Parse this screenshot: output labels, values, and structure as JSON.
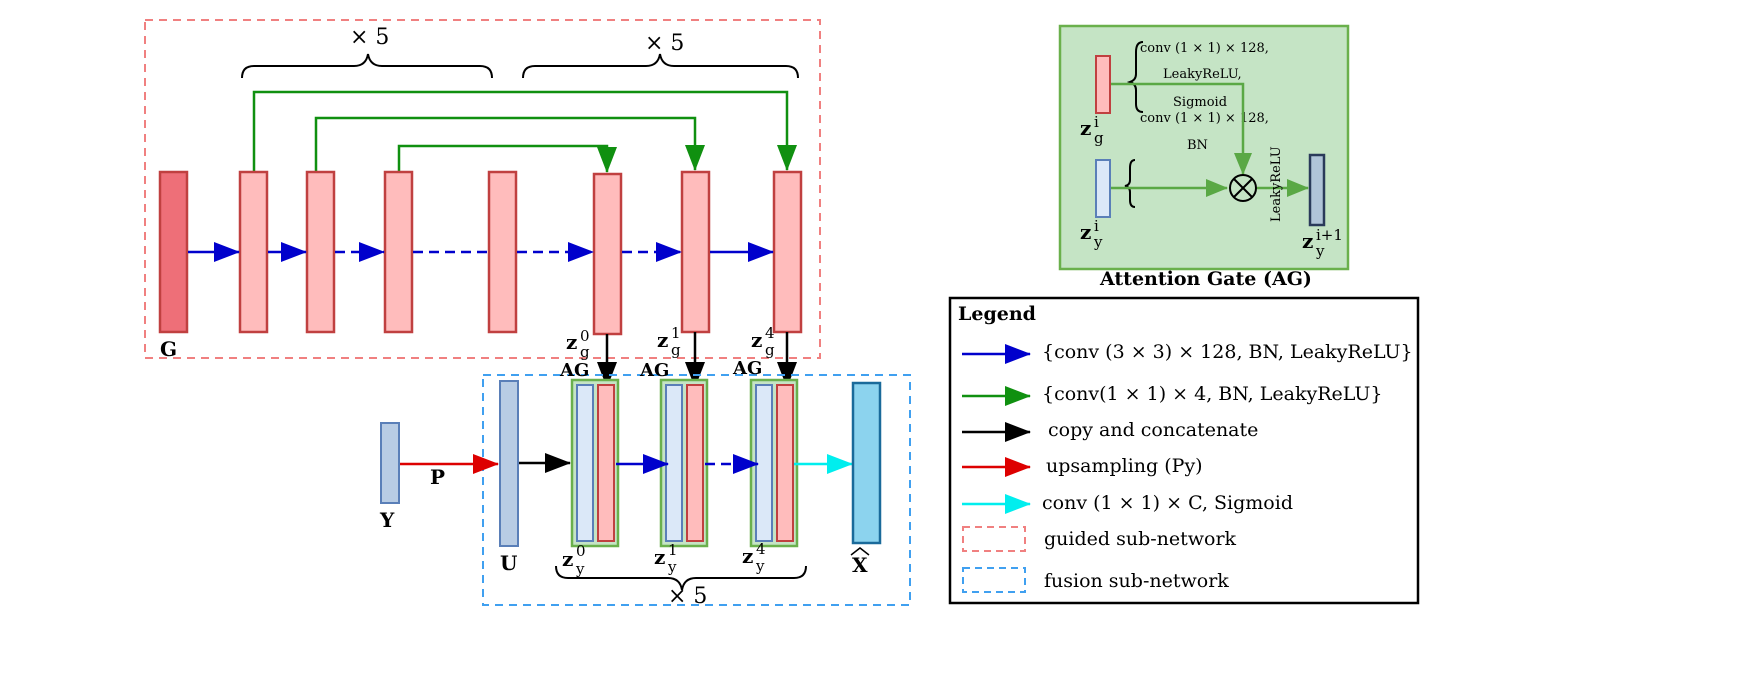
{
  "multipliers": {
    "top_left": "× 5",
    "top_right": "× 5",
    "bottom": "× 5"
  },
  "labels": {
    "G": "G",
    "P": "P",
    "Y": "Y",
    "U": "U",
    "X_hat": "X",
    "zg": [
      "z",
      "g",
      "0",
      "1",
      "4"
    ],
    "zy": [
      "z",
      "y",
      "0",
      "1",
      "4"
    ],
    "AG": "AG"
  },
  "attention_gate": {
    "title": "Attention Gate (AG)",
    "gate_branch_ops": [
      "conv (1 × 1) × 128,",
      "LeakyReLU,",
      "Sigmoid",
      "conv (1 × 1) × 128,",
      "BN"
    ],
    "activation": "LeakyReLU",
    "zg_base": "z",
    "zg_sub": "g",
    "zg_sup": "i",
    "zy_base": "z",
    "zy_sub": "y",
    "zy_sup": "i",
    "out_base": "z",
    "out_sub": "y",
    "out_sup": "i+1"
  },
  "legend": {
    "title": "Legend",
    "items": [
      {
        "text": "{conv (3 × 3) × 128, BN, LeakyReLU}",
        "color": "#0000cc",
        "kind": "arrow"
      },
      {
        "text": "{conv(1 × 1) × 4,  BN, LeakyReLU}",
        "color": "#109010",
        "kind": "arrow"
      },
      {
        "text": "copy and concatenate",
        "color": "#000000",
        "kind": "arrow"
      },
      {
        "text": "upsampling (Py)",
        "color": "#dd0000",
        "kind": "arrow"
      },
      {
        "text": "conv (1 × 1) × C, Sigmoid",
        "color": "#00eeee",
        "kind": "arrow"
      },
      {
        "text": "guided sub-network",
        "color": "#f08080",
        "kind": "dashbox"
      },
      {
        "text": "fusion sub-network",
        "color": "#40a0f0",
        "kind": "dashbox"
      }
    ]
  },
  "colors": {
    "guided_box": "#f08080",
    "fusion_box": "#40a0f0",
    "block_red_fill": "#ffbcbc",
    "block_red_stroke": "#c04040",
    "block_dark_red": "#ee6f78",
    "block_blue_fill": "#b8cce4",
    "block_blue_stroke": "#5a7fb8",
    "block_light_blue": "#dbe8f8",
    "block_cyan": "#8cd3ee",
    "ag_green": "#c5e4c5",
    "ag_green_stroke": "#6ab04c",
    "arrow_blue": "#0000cc",
    "arrow_green": "#109010",
    "arrow_red": "#dd0000",
    "arrow_cyan": "#00eeee"
  }
}
